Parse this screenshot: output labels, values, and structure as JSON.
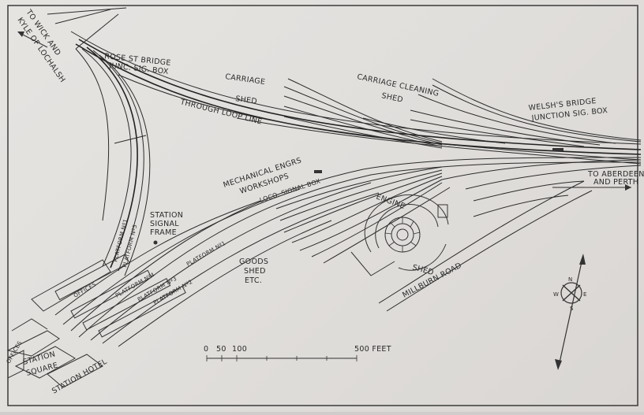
{
  "labels": {
    "to_wick": "TO WICK AND",
    "kyle": "KYLE OF LOCHALSH",
    "rose_st_1": "ROSE ST BRIDGE",
    "rose_st_2": "JUNC. SIG. BOX",
    "carriage_shed_1": "CARRIAGE",
    "carriage_shed_2": "SHED",
    "carriage_cleaning_1": "CARRIAGE CLEANING",
    "carriage_cleaning_2": "SHED",
    "through_loop": "THROUGH LOOP LINE",
    "welsh_1": "WELSH'S BRIDGE",
    "welsh_2": "JUNCTION SIG. BOX",
    "mech_1": "MECHANICAL ENGRS",
    "mech_2": "WORKSHOPS",
    "loco_box": "LOCO. SIGNAL BOX",
    "to_aberdeen_1": "TO ABERDEEN",
    "to_aberdeen_2": "AND PERTH",
    "station_frame_1": "STATION",
    "station_frame_2": "SIGNAL",
    "station_frame_3": "FRAME",
    "engine": "ENGINE",
    "shed": "SHED",
    "goods_1": "GOODS",
    "goods_2": "SHED",
    "goods_3": "ETC.",
    "millburn": "MILLBURN ROAD",
    "platform_1a": "PLATFORM Nº1",
    "platform_5": "PLATFORM Nº5",
    "platform_4": "PLATFORM Nº4",
    "platform_3": "PLATFORM Nº3",
    "platform_2": "PLATFORM Nº2",
    "platform_1b": "PLATFORM Nº1",
    "offices_1": "OFFICES",
    "offices_2": "OFFICES",
    "station_square_1": "STATION",
    "station_square_2": "SQUARE",
    "station_hotel": "STATION HOTEL"
  },
  "scale": {
    "ticks": [
      "0",
      "50",
      "100"
    ],
    "end": "500 FEET"
  },
  "compass": {
    "letters": [
      "N",
      "S",
      "E",
      "W"
    ]
  },
  "colors": {
    "paper": "#e4e2df",
    "ink": "#2b2b2b"
  }
}
